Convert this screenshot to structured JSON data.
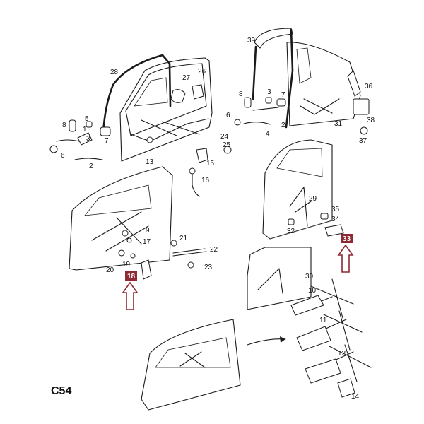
{
  "diagram": {
    "code": "C54",
    "highlight_color": "#8e2a35",
    "highlighted_parts": [
      "18",
      "33"
    ],
    "part_numbers": [
      "1",
      "2",
      "3",
      "4",
      "5",
      "6",
      "7",
      "8",
      "9",
      "10",
      "11",
      "12",
      "13",
      "14",
      "15",
      "16",
      "17",
      "19",
      "20",
      "21",
      "22",
      "23",
      "24",
      "25",
      "26",
      "27",
      "28",
      "29",
      "30",
      "31",
      "32",
      "34",
      "35",
      "36",
      "37",
      "38",
      "39"
    ]
  }
}
